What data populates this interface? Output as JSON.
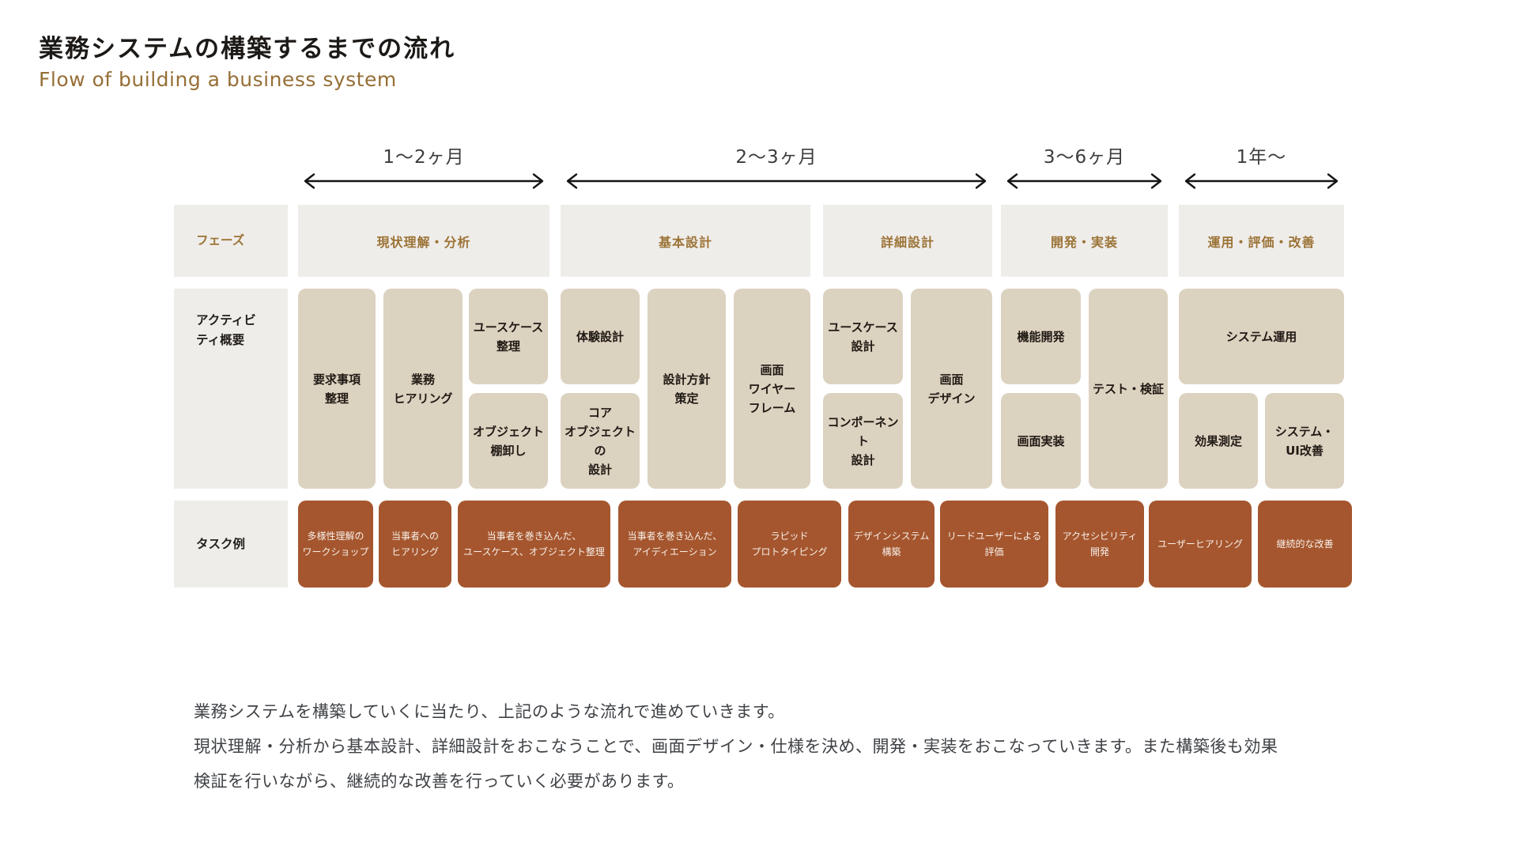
{
  "header": {
    "title": "業務システムの構築するまでの流れ",
    "subtitle": "Flow of building a business system"
  },
  "timeline": {
    "segments": [
      {
        "label": "1〜2ヶ月"
      },
      {
        "label": "2〜3ヶ月"
      },
      {
        "label": "3〜6ヶ月"
      },
      {
        "label": "1年〜"
      }
    ]
  },
  "rows": {
    "phase_label": "フェーズ",
    "activity_label": "アクティビ\nティ概要",
    "task_label": "タスク例"
  },
  "phases": [
    {
      "label": "現状理解・分析"
    },
    {
      "label": "基本設計"
    },
    {
      "label": "詳細設計"
    },
    {
      "label": "開発・実装"
    },
    {
      "label": "運用・評価・改善"
    }
  ],
  "activities": [
    {
      "label": "要求事項\n整理"
    },
    {
      "label": "業務\nヒアリング"
    },
    {
      "label": "ユースケース\n整理"
    },
    {
      "label": "オブジェクト\n棚卸し"
    },
    {
      "label": "体験設計"
    },
    {
      "label": "コア\nオブジェクトの\n設計"
    },
    {
      "label": "設計方針\n策定"
    },
    {
      "label": "画面\nワイヤー\nフレーム"
    },
    {
      "label": "ユースケース\n設計"
    },
    {
      "label": "コンポーネント\n設計"
    },
    {
      "label": "画面\nデザイン"
    },
    {
      "label": "機能開発"
    },
    {
      "label": "画面実装"
    },
    {
      "label": "テスト・検証"
    },
    {
      "label": "システム運用"
    },
    {
      "label": "効果測定"
    },
    {
      "label": "システム・\nUI改善"
    }
  ],
  "tasks": [
    {
      "label": "多様性理解の\nワークショップ"
    },
    {
      "label": "当事者への\nヒアリング"
    },
    {
      "label": "当事者を巻き込んだ、\nユースケース、オブジェクト整理"
    },
    {
      "label": "当事者を巻き込んだ、\nアイディエーション"
    },
    {
      "label": "ラピッド\nプロトタイピング"
    },
    {
      "label": "デザインシステム\n構築"
    },
    {
      "label": "リードユーザーによる\n評価"
    },
    {
      "label": "アクセシビリティ\n開発"
    },
    {
      "label": "ユーザーヒアリング"
    },
    {
      "label": "継続的な改善"
    }
  ],
  "notes": {
    "lines": [
      "業務システムを構築していくに当たり、上記のような流れで進めていきます。",
      "現状理解・分析から基本設計、詳細設計をおこなうことで、画面デザイン・仕様を決め、開発・実装をおこなっていきます。また構築後も効果",
      "検証を行いながら、継続的な改善を行っていく必要があります。"
    ]
  },
  "colors": {
    "accent_brown": "#a5562e",
    "phase_gold": "#9b7336",
    "panel_gray": "#efedea",
    "block_beige": "#dcd2c0"
  }
}
